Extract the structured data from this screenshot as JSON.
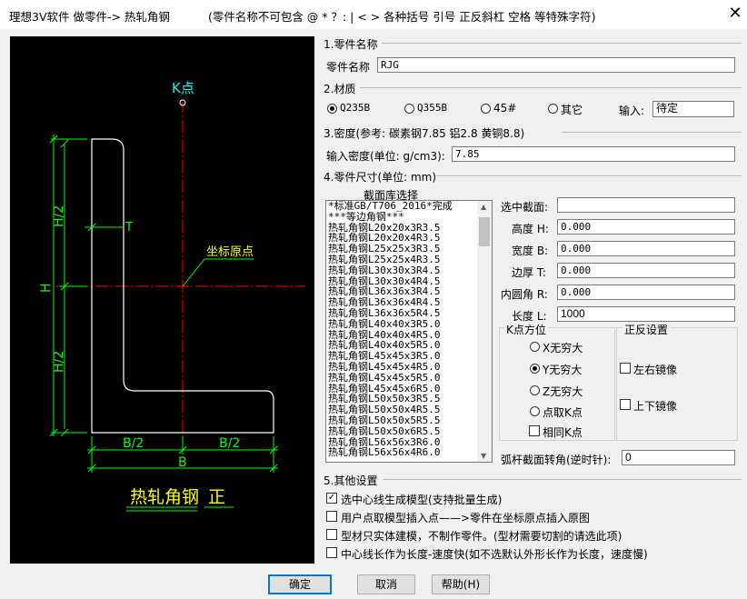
{
  "window": {
    "title": "理想3V软件 做零件-> 热轧角钢",
    "hint": "(零件名称不可包含 @ * ？: |  < > 各种括号 引号 正反斜杠 空格 等特殊字符)",
    "close_glyph": "✕"
  },
  "drawing": {
    "k_point": "K点",
    "origin_label": "坐标原点",
    "dim_h_half_top": "H/2",
    "dim_h": "H",
    "dim_h_half_bottom": "H/2",
    "dim_t": "T",
    "dim_b_half_left": "B/2",
    "dim_b_half_right": "B/2",
    "dim_b": "B",
    "caption": "热轧角钢",
    "caption_side": "正",
    "colors": {
      "outline": "#ffffff",
      "dimension": "#00ff00",
      "center": "#ff0000",
      "label": "#ffff00",
      "kpoint": "#00ffff"
    }
  },
  "section1": {
    "header": "1.零件名称",
    "name_label": "零件名称",
    "name_value": "RJG"
  },
  "section2": {
    "header": "2.材质",
    "options": [
      "Q235B",
      "Q355B",
      "45#",
      "其它"
    ],
    "selected": "Q235B",
    "input_label": "输入:",
    "input_value": "待定"
  },
  "section3": {
    "header": "3.密度(参考: 碳素钢7.85  铝2.8 黄铜8.8)",
    "density_label": "输入密度(单位: g/cm3):",
    "density_value": "7.85"
  },
  "section4": {
    "header": "4.零件尺寸(单位: mm)",
    "library_label": "截面库选择",
    "library_items": [
      "*标准GB/T706_2016*完成",
      "***等边角钢***",
      "热轧角钢L20x20x3R3.5",
      "热轧角钢L20x20x4R3.5",
      "热轧角钢L25x25x3R3.5",
      "热轧角钢L25x25x4R3.5",
      "热轧角钢L30x30x3R4.5",
      "热轧角钢L30x30x4R4.5",
      "热轧角钢L36x36x3R4.5",
      "热轧角钢L36x36x4R4.5",
      "热轧角钢L36x36x5R4.5",
      "热轧角钢L40x40x3R5.0",
      "热轧角钢L40x40x4R5.0",
      "热轧角钢L40x40x5R5.0",
      "热轧角钢L45x45x3R5.0",
      "热轧角钢L45x45x4R5.0",
      "热轧角钢L45x45x5R5.0",
      "热轧角钢L45x45x6R5.0",
      "热轧角钢L50x50x3R5.5",
      "热轧角钢L50x50x4R5.5",
      "热轧角钢L50x50x5R5.5",
      "热轧角钢L50x50x6R5.5",
      "热轧角钢L56x56x3R6.0",
      "热轧角钢L56x56x4R6.0"
    ],
    "selected_section_label": "选中截面:",
    "selected_section_value": "",
    "height_label": "高度 H:",
    "height_value": "0.000",
    "width_label": "宽度 B:",
    "width_value": "0.000",
    "thickness_label": "边厚 T:",
    "thickness_value": "0.000",
    "radius_label": "内圆角 R:",
    "radius_value": "0.000",
    "length_label": "长度 L:",
    "length_value": "1000",
    "kpoint_group": "K点方位",
    "kpoint_options": [
      "X无穷大",
      "Y无穷大",
      "Z无穷大",
      "点取K点"
    ],
    "kpoint_selected": "Y无穷大",
    "same_k_label": "相同K点",
    "mirror_group": "正反设置",
    "mirror_lr": "左右镜像",
    "mirror_ud": "上下镜像",
    "arc_label": "弧杆截面转角(逆时针):",
    "arc_value": "0"
  },
  "section5": {
    "header": "5.其他设置",
    "options": [
      {
        "label": "选中心线生成模型(支持批量生成)",
        "checked": true
      },
      {
        "label": "用户点取模型插入点——>零件在坐标原点插入原图",
        "checked": false
      },
      {
        "label": "型材只实体建模，不制作零件。(型材需要切割的请选此项)",
        "checked": false
      },
      {
        "label": "中心线长作为长度-速度快(如不选默认外形长作为长度，速度慢)",
        "checked": false
      }
    ]
  },
  "buttons": {
    "ok": "确定",
    "cancel": "取消",
    "help": "帮助(H)"
  }
}
